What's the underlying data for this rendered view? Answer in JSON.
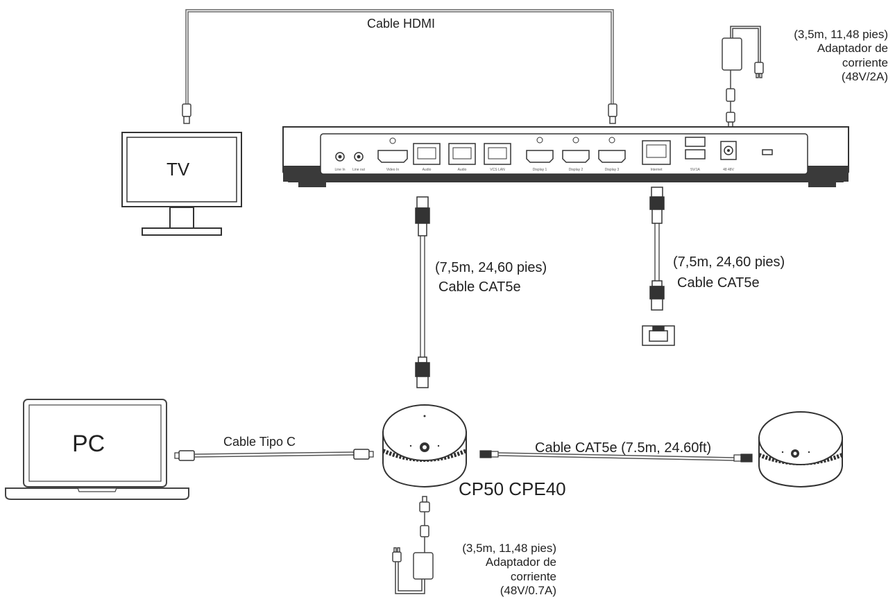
{
  "devices": {
    "tv": "TV",
    "pc": "PC",
    "speakerphone": "CP50 CPE40"
  },
  "cables": {
    "hdmi": "Cable HDMI",
    "type_c": "Cable Tipo C",
    "cat5e_main_length": "(7,5m, 24,60 pies)",
    "cat5e_main": "Cable CAT5e",
    "cat5e_lan_length": "(7,5m, 24,60 pies)",
    "cat5e_lan": "Cable CAT5e",
    "cat5e_expansion": "Cable CAT5e (7.5m, 24.60ft)"
  },
  "power_hub": {
    "line1": "(3,5m, 11,48 pies)",
    "line2": "Adaptador de",
    "line3": "corriente",
    "line4": "(48V/2A)"
  },
  "power_speaker": {
    "line1": "(3,5m, 11,48 pies)",
    "line2": "Adaptador de",
    "line3": "corriente",
    "line4": "(48V/0.7A)"
  },
  "hub_ports": [
    "Line In",
    "Line out",
    "Video In",
    "Audio",
    "Audio",
    "VCS LAN",
    "Display 1",
    "Display 2",
    "Display 3",
    "Internet",
    "5V/1A",
    "48 48V"
  ]
}
